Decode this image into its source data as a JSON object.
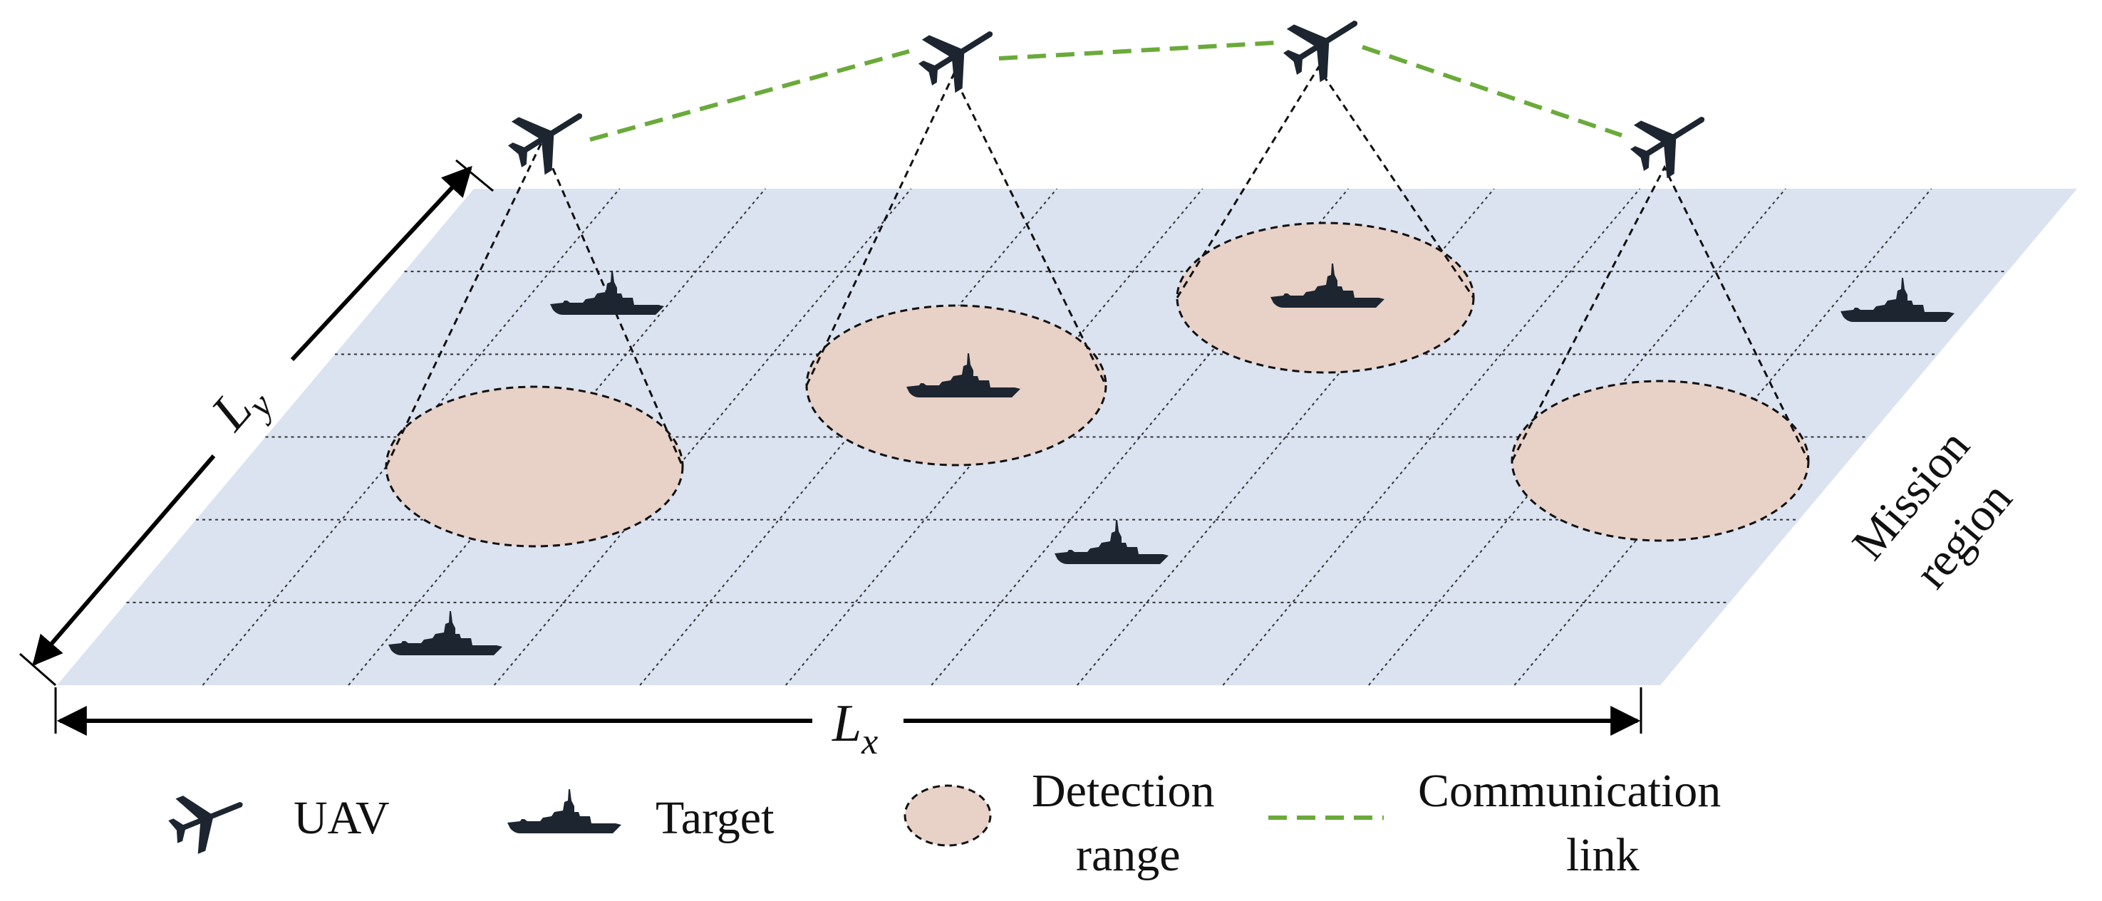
{
  "diagram": {
    "labels": {
      "lx": "L",
      "lx_sub": "x",
      "ly": "L",
      "ly_sub": "y",
      "mission_line1": "Mission",
      "mission_line2": "region"
    },
    "legend": {
      "uav": "UAV",
      "target": "Target",
      "detection_line1": "Detection",
      "detection_line2": "range",
      "comm_line1": "Communication",
      "comm_line2": "link"
    },
    "colors": {
      "region_fill": "#dbe3f1",
      "grid_line": "#333333",
      "detection_fill": "#e8d1c7",
      "comm_link": "#6aaa3a",
      "icon": "#1c2530"
    },
    "icons": {
      "uav": "plane-icon",
      "target": "ship-icon"
    }
  }
}
